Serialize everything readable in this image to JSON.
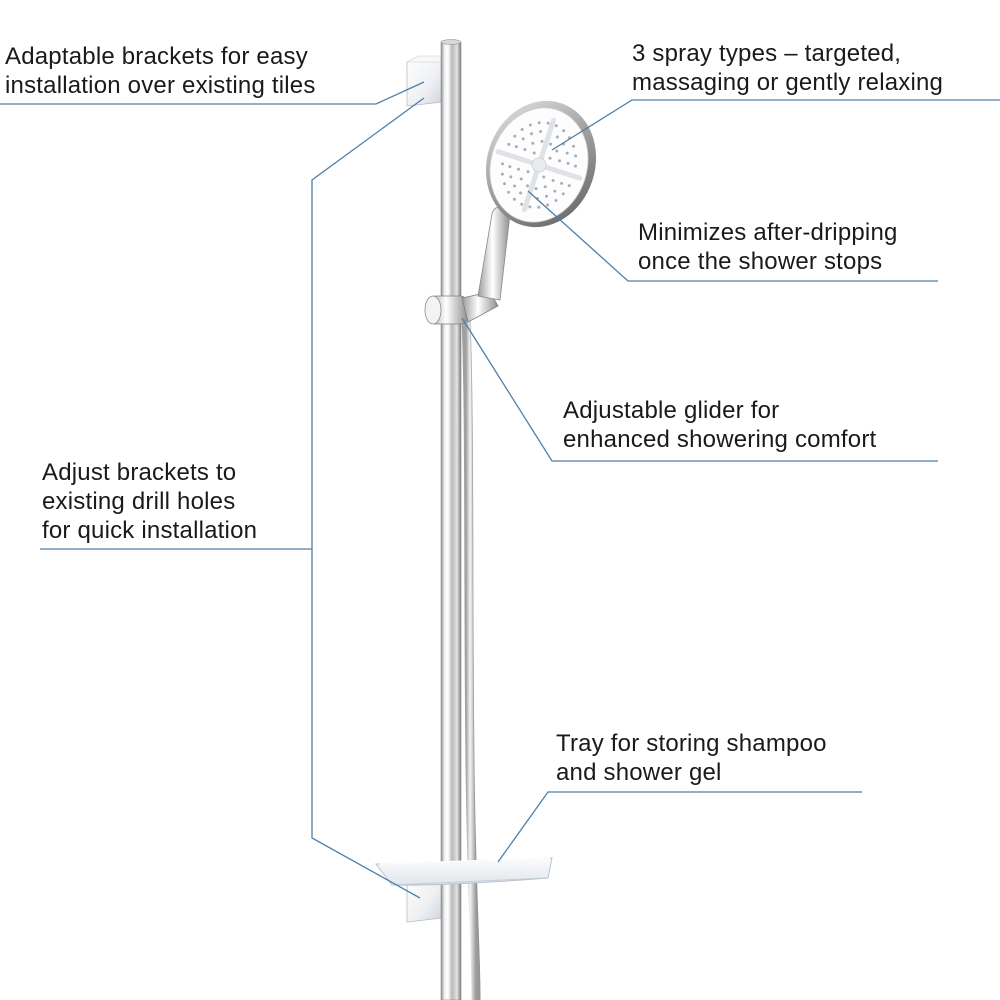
{
  "callouts": {
    "brackets_easy": {
      "line1": "Adaptable brackets for easy",
      "line2": "installation over existing tiles"
    },
    "spray_types": {
      "line1": "3 spray types – targeted,",
      "line2": "massaging or gently relaxing"
    },
    "after_dripping": {
      "line1": "Minimizes after-dripping",
      "line2": "once the shower stops"
    },
    "glider": {
      "line1": "Adjustable glider for",
      "line2": "enhanced showering comfort"
    },
    "drill_holes": {
      "line1": "Adjust brackets to",
      "line2": "existing drill holes",
      "line3": "for quick installation"
    },
    "tray": {
      "line1": "Tray for storing shampoo",
      "line2": "and shower gel"
    }
  },
  "colors": {
    "leader_line": "#4f7fa8",
    "chrome": "#c9c9c9",
    "white_plastic": "#f4f5f7"
  }
}
